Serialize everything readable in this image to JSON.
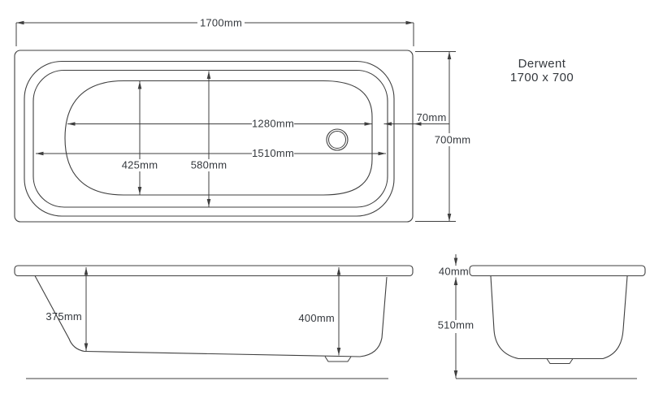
{
  "drawing_title": {
    "model": "Derwent",
    "size": "1700 x 700"
  },
  "top_view": {
    "overall_length": "1700mm",
    "overall_width": "700mm",
    "edge_gap": "70mm",
    "floor_length": "1280mm",
    "rim_opening_length": "1510mm",
    "floor_width": "425mm",
    "rim_opening_width": "580mm"
  },
  "side_view": {
    "depth_head_end": "375mm",
    "depth_foot_end": "400mm"
  },
  "end_view": {
    "rim_thickness": "40mm",
    "height_below_rim": "510mm"
  },
  "colors": {
    "line": "#3f3f3f",
    "text": "#34383d",
    "background": "#ffffff"
  }
}
